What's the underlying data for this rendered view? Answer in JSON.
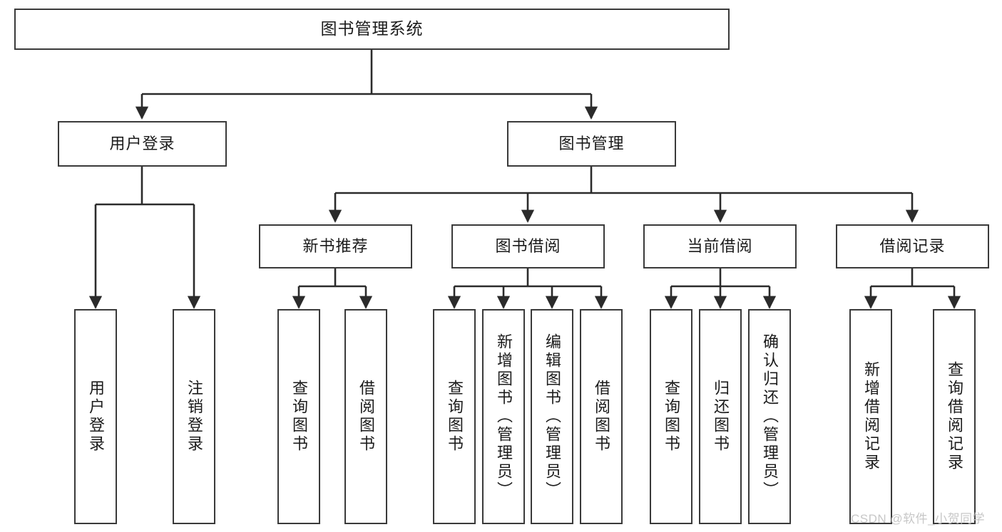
{
  "diagram": {
    "title_text": "图书管理系统",
    "type": "tree-hierarchy-diagram",
    "colors": {
      "box_border": "#3a3a3a",
      "box_fill": "#ffffff",
      "connector": "#2b2b2b",
      "text": "#1b1b1b",
      "watermark": "#c7c7c7",
      "background": "#ffffff"
    },
    "root": {
      "label": "图书管理系统"
    },
    "level2": [
      {
        "label": "用户登录"
      },
      {
        "label": "图书管理"
      }
    ],
    "level3": [
      {
        "label": "新书推荐"
      },
      {
        "label": "图书借阅"
      },
      {
        "label": "当前借阅"
      },
      {
        "label": "借阅记录"
      }
    ],
    "leaves": {
      "user_login": [
        {
          "label": "用户登录"
        },
        {
          "label": "注销登录"
        }
      ],
      "new_book_recommend": [
        {
          "label": "查询图书"
        },
        {
          "label": "借阅图书"
        }
      ],
      "book_borrow": [
        {
          "label": "查询图书"
        },
        {
          "label": "新增图书（管理员）"
        },
        {
          "label": "编辑图书（管理员）"
        },
        {
          "label": "借阅图书"
        }
      ],
      "current_borrow": [
        {
          "label": "查询图书"
        },
        {
          "label": "归还图书"
        },
        {
          "label": "确认归还（管理员）"
        }
      ],
      "borrow_record": [
        {
          "label": "新增借阅记录"
        },
        {
          "label": "查询借阅记录"
        }
      ]
    },
    "watermark": {
      "text": "CSDN @软件_小贺同学"
    }
  }
}
